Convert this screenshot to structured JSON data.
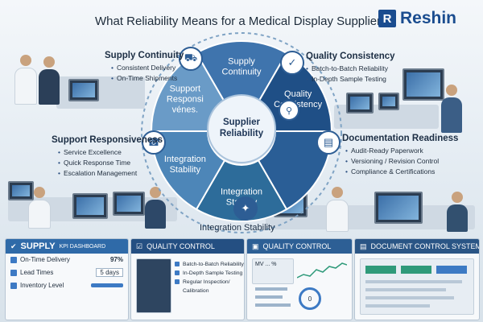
{
  "title": "What Reliability Means for a Medical Display Supplier",
  "logo": {
    "mark": "R",
    "name": "Reshin"
  },
  "wheel": {
    "center": [
      "Supplier",
      "Reliability"
    ],
    "segments": [
      {
        "lines": [
          "Supply",
          "Continuity"
        ],
        "color": "#3f74ad"
      },
      {
        "lines": [
          "Quality",
          "Consistency"
        ],
        "color": "#1f4f86"
      },
      {
        "lines": [],
        "color": "#2a5e96"
      },
      {
        "lines": [
          "Integration",
          "Stability"
        ],
        "color": "#2d6c9a"
      },
      {
        "lines": [
          "Integration",
          "Stability"
        ],
        "color": "#4d86b8"
      },
      {
        "lines": [
          "Support",
          "Responsi",
          "vénes."
        ],
        "color": "#6a9bc7"
      }
    ]
  },
  "callouts": {
    "supply": {
      "heading": "Supply Continuity",
      "items": [
        "Consistent Delivery",
        "On-Time Shipments"
      ]
    },
    "quality": {
      "heading": "Quality Consistency",
      "items": [
        "Batch-to-Batch Reliability",
        "In-Depth Sample Testing"
      ]
    },
    "support": {
      "heading": "Support Responsiveness",
      "items": [
        "Service Excellence",
        "Quick Response Time",
        "Escalation Management"
      ]
    },
    "docs": {
      "heading": "Documentation Readiness",
      "items": [
        "Audit-Ready Paperwork",
        "Versioning / Revision Control",
        "Compliance & Certifications"
      ]
    },
    "integration": {
      "heading": "Integration Stability"
    }
  },
  "panels": {
    "supply": {
      "title_big": "SUPPLY",
      "title_small": "KPI DASHBOARD",
      "color": "#2f6aa8",
      "rows": [
        {
          "label": "On-Time Delivery",
          "value": "97%"
        },
        {
          "label": "Lead Times",
          "value": "5 days"
        },
        {
          "label": "Inventory Level",
          "value": ""
        }
      ]
    },
    "quality1": {
      "title": "QUALITY CONTROL",
      "color": "#244f82",
      "items": [
        "Batch-to-Batch Reliability",
        "In-Depth Sample Testing",
        "Regular Inspection/",
        "Calibration"
      ]
    },
    "quality2": {
      "title": "QUALITY CONTROL",
      "color": "#2d5f95",
      "screen_text": "MV ... %",
      "gauge": "0"
    },
    "docs": {
      "title": "DOCUMENT CONTROL SYSTEM",
      "color": "#2a5585"
    }
  }
}
